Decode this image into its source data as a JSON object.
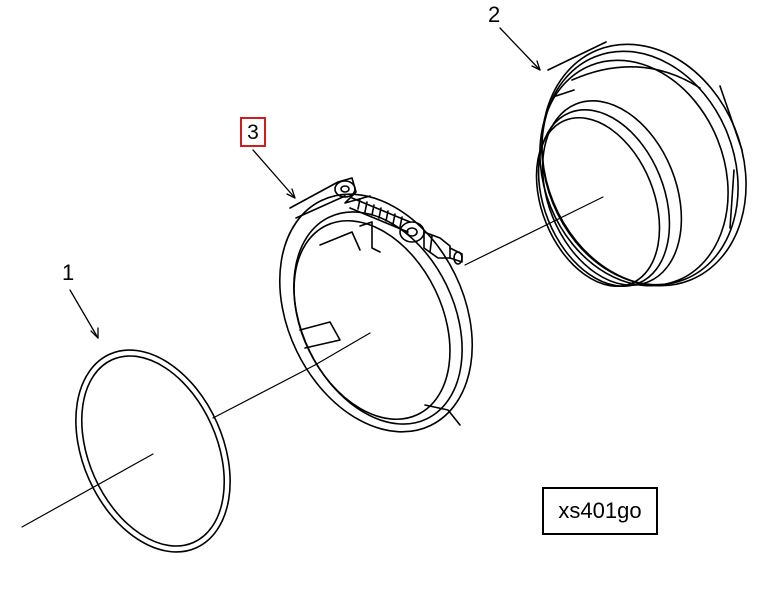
{
  "callouts": {
    "part_1": "1",
    "part_2": "2",
    "part_3": "3"
  },
  "reference_code": "xs401go",
  "colors": {
    "line": "#000000",
    "highlight_border": "#d01c1c",
    "background": "#ffffff"
  }
}
